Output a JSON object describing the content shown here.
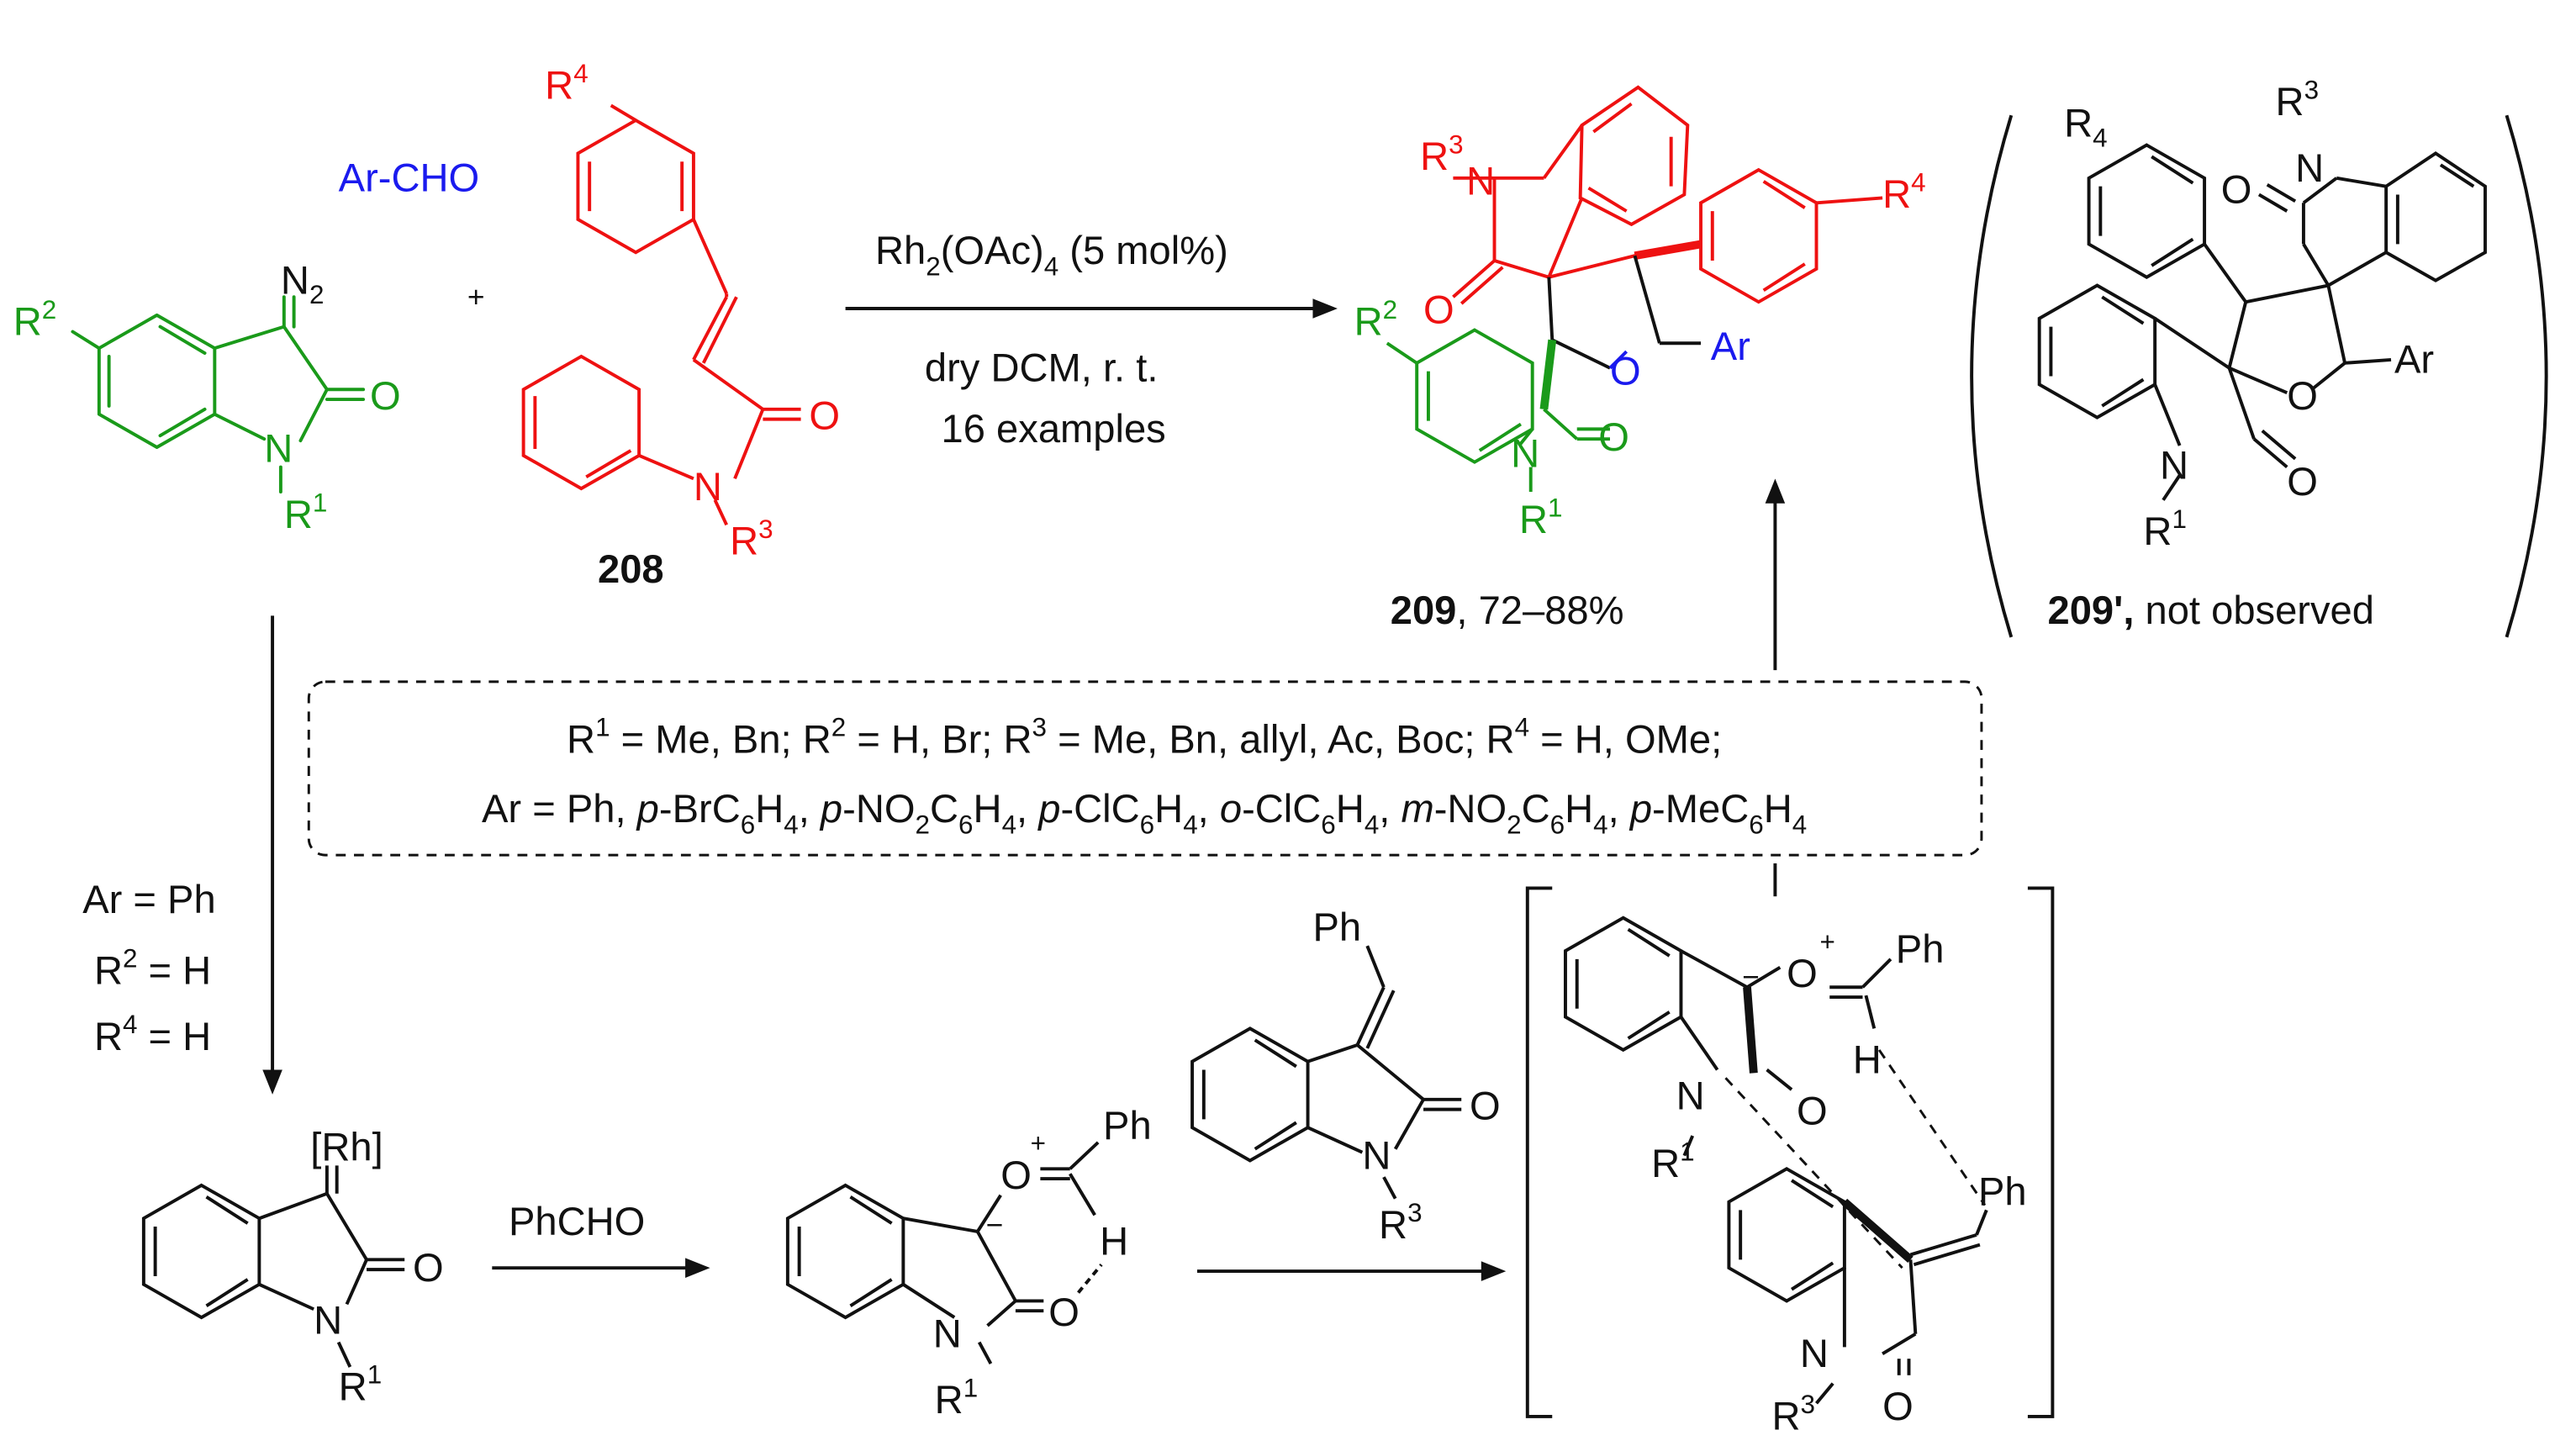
{
  "colors": {
    "black": "#111111",
    "green": "#1a9a1a",
    "red": "#ee1111",
    "blue": "#1a1aee"
  },
  "reactants": {
    "diazo": {
      "n2": "N",
      "n2_sub": "2",
      "r2": "R",
      "r2_sup": "2",
      "o": "O",
      "n": "N",
      "r1": "R",
      "r1_sup": "1"
    },
    "aldehyde": "Ar-CHO",
    "plus": "+",
    "alkene": {
      "r4": "R",
      "r4_sup": "4",
      "o": "O",
      "n": "N",
      "r3": "R",
      "r3_sup": "3",
      "compound_id": "208"
    }
  },
  "conditions": {
    "cat_a": "Rh",
    "cat_sub": "2",
    "cat_b": "(OAc)",
    "cat_sub2": "4",
    "cat_c": " (5 mol%)",
    "line2": "dry DCM, r. t.",
    "line3": "16 examples"
  },
  "product": {
    "r3": "R",
    "r3_sup": "3",
    "n_top": "N",
    "o_top": "O",
    "r4": "R",
    "r4_sup": "4",
    "r2": "R",
    "r2_sup": "2",
    "o_ring": "O",
    "ar": "Ar",
    "n_bot": "N",
    "o_bot": "O",
    "r1": "R",
    "r1_sup": "1",
    "compound_id": "209",
    "yield": ", 72–88%"
  },
  "not_observed": {
    "r4": "R",
    "r4_sub": "4",
    "r3": "R",
    "r3_sup": "3",
    "n_top": "N",
    "o_top": "O",
    "ar": "Ar",
    "o_ring": "O",
    "n_bot": "N",
    "o_bot": "O",
    "r1": "R",
    "r1_sup": "1",
    "compound_id": "209'",
    "comma": ",",
    "note": " not observed"
  },
  "substituents": {
    "line1": [
      {
        "t": "R"
      },
      {
        "sup": "1"
      },
      {
        "t": " = Me, Bn; R"
      },
      {
        "sup": "2"
      },
      {
        "t": " = H, Br; R"
      },
      {
        "sup": "3"
      },
      {
        "t": " = Me, Bn, allyl, Ac, Boc; R"
      },
      {
        "sup": "4"
      },
      {
        "t": " = H, OMe;"
      }
    ],
    "line2": [
      {
        "t": "Ar = Ph, "
      },
      {
        "i": "p"
      },
      {
        "t": "-BrC"
      },
      {
        "sub": "6"
      },
      {
        "t": "H"
      },
      {
        "sub": "4"
      },
      {
        "t": ", "
      },
      {
        "i": "p"
      },
      {
        "t": "-NO"
      },
      {
        "sub": "2"
      },
      {
        "t": "C"
      },
      {
        "sub": "6"
      },
      {
        "t": "H"
      },
      {
        "sub": "4"
      },
      {
        "t": ", "
      },
      {
        "i": "p"
      },
      {
        "t": "-ClC"
      },
      {
        "sub": "6"
      },
      {
        "t": "H"
      },
      {
        "sub": "4"
      },
      {
        "t": ", "
      },
      {
        "i": "o"
      },
      {
        "t": "-ClC"
      },
      {
        "sub": "6"
      },
      {
        "t": "H"
      },
      {
        "sub": "4"
      },
      {
        "t": ", "
      },
      {
        "i": "m"
      },
      {
        "t": "-NO"
      },
      {
        "sub": "2"
      },
      {
        "t": "C"
      },
      {
        "sub": "6"
      },
      {
        "t": "H"
      },
      {
        "sub": "4"
      },
      {
        "t": ", "
      },
      {
        "i": "p"
      },
      {
        "t": "-MeC"
      },
      {
        "sub": "6"
      },
      {
        "t": "H"
      },
      {
        "sub": "4"
      }
    ]
  },
  "mechanism": {
    "condition_line1": "Ar = Ph",
    "condition_r2": "R",
    "condition_r2_sup": "2",
    "condition_r2_val": " = H",
    "condition_r4": "R",
    "condition_r4_sup": "4",
    "condition_r4_val": " = H",
    "carbenoid": {
      "rh": "[Rh]",
      "o": "O",
      "n": "N",
      "r1": "R",
      "r1_sup": "1"
    },
    "reagent": "PhCHO",
    "ylide": {
      "o_plus": "O",
      "plus": "+",
      "ph": "Ph",
      "h": "H",
      "minus": "−",
      "o": "O",
      "n": "N",
      "r1": "R",
      "r1_sup": "1"
    },
    "alkene": {
      "ph": "Ph",
      "o": "O",
      "n": "N",
      "r3": "R",
      "r3_sup": "3"
    },
    "ts": {
      "o_plus": "O",
      "plus": "+",
      "ph": "Ph",
      "minus": "−",
      "h": "H",
      "o": "O",
      "n": "N",
      "r1": "R",
      "r1_sup": "1",
      "ph2": "Ph",
      "n2": "N",
      "o2": "O",
      "r3": "R",
      "r3_sup": "3"
    }
  }
}
